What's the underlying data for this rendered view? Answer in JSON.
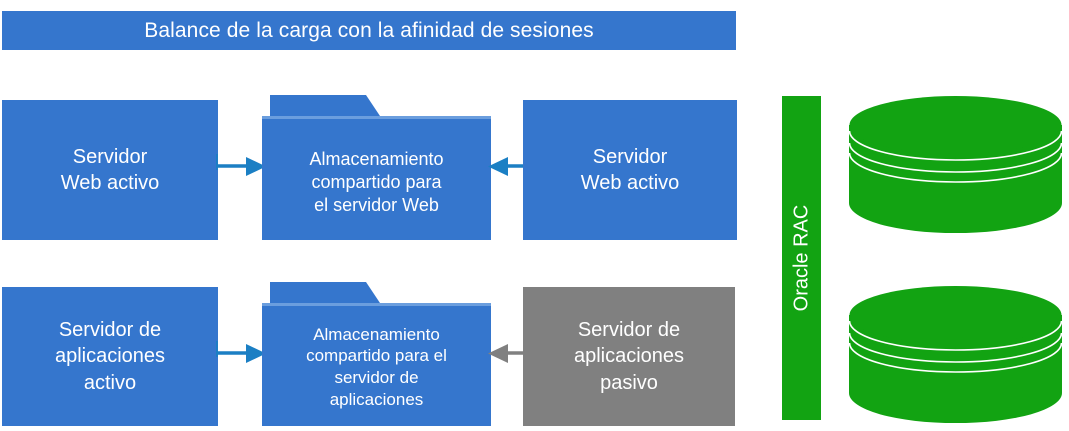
{
  "diagram": {
    "title": "Balance de la carga con la afinidad de sesiones",
    "colors": {
      "blue": "#3576cd",
      "gray": "#808080",
      "green": "#12a312",
      "arrow_blue": "#1b7fc4",
      "arrow_gray": "#808080",
      "text_white": "#ffffff",
      "background": "#ffffff"
    },
    "web_tier": {
      "left_server": {
        "line1": "Servidor",
        "line2": "Web activo",
        "state": "activo",
        "color": "#3576cd"
      },
      "shared_storage": {
        "line1": "Almacenamiento",
        "line2": "compartido para",
        "line3": "el servidor Web",
        "color": "#3576cd"
      },
      "right_server": {
        "line1": "Servidor",
        "line2": "Web activo",
        "state": "activo",
        "color": "#3576cd"
      },
      "left_arrow": {
        "direction": "right",
        "color": "#1b7fc4"
      },
      "right_arrow": {
        "direction": "left",
        "color": "#1b7fc4"
      }
    },
    "app_tier": {
      "left_server": {
        "line1": "Servidor de",
        "line2": "aplicaciones",
        "line3": "activo",
        "state": "activo",
        "color": "#3576cd"
      },
      "shared_storage": {
        "line1": "Almacenamiento",
        "line2": "compartido para el",
        "line3": "servidor de",
        "line4": "aplicaciones",
        "color": "#3576cd"
      },
      "right_server": {
        "line1": "Servidor de",
        "line2": "aplicaciones",
        "line3": "pasivo",
        "state": "pasivo",
        "color": "#808080"
      },
      "left_arrow": {
        "direction": "right",
        "color": "#1b7fc4"
      },
      "right_arrow": {
        "direction": "left",
        "color": "#808080"
      }
    },
    "database_tier": {
      "rac_label": "Oracle RAC",
      "rac_color": "#12a312",
      "databases": [
        {
          "name": "database-cylinder-top",
          "color": "#12a312",
          "rings": 3
        },
        {
          "name": "database-cylinder-bottom",
          "color": "#12a312",
          "rings": 3
        }
      ]
    }
  }
}
